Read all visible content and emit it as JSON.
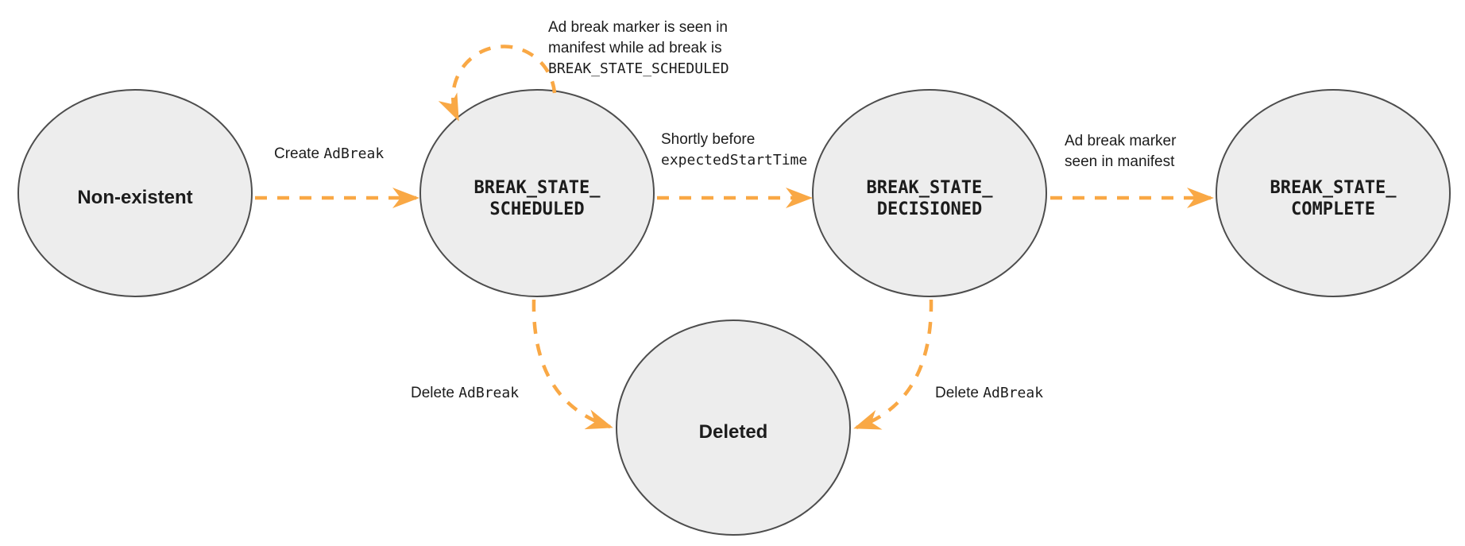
{
  "colors": {
    "accent": "#F9A845",
    "node_fill": "#EDEDED",
    "node_border": "#4D4D4D",
    "text": "#1C1C1C"
  },
  "states": {
    "non_existent": {
      "label": "Non-existent"
    },
    "scheduled": {
      "line1": "BREAK_STATE_",
      "line2": "SCHEDULED"
    },
    "decisioned": {
      "line1": "BREAK_STATE_",
      "line2": "DECISIONED"
    },
    "complete": {
      "line1": "BREAK_STATE_",
      "line2": "COMPLETE"
    },
    "deleted": {
      "label": "Deleted"
    }
  },
  "transitions": {
    "create": {
      "text": "Create",
      "code": "AdBreak"
    },
    "self_loop": {
      "line1": "Ad break marker is seen in",
      "line2": "manifest while ad break is",
      "line3_code": "BREAK_STATE_SCHEDULED"
    },
    "shortly_before": {
      "text": "Shortly before",
      "code": "expectedStartTime"
    },
    "marker_seen": {
      "line1": "Ad break marker",
      "line2": "seen in manifest"
    },
    "delete_from_scheduled": {
      "text": "Delete",
      "code": "AdBreak"
    },
    "delete_from_decisioned": {
      "text": "Delete",
      "code": "AdBreak"
    }
  }
}
